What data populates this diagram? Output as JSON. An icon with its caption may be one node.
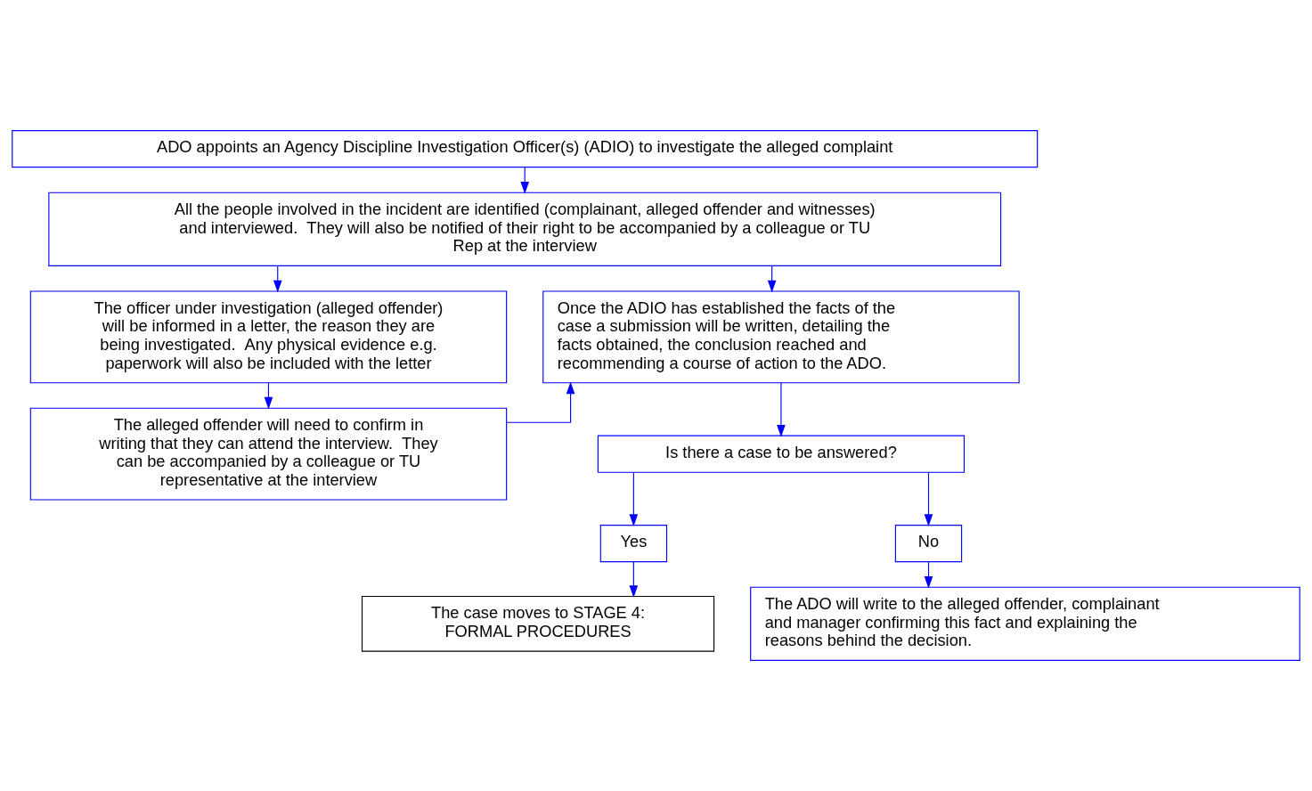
{
  "diagram": {
    "nodes": [
      {
        "text": [
          "ADO appoints an Agency Discipline Investigation Officer(s) (ADIO) to investigate the alleged complaint"
        ]
      },
      {
        "text": [
          "All the people involved in the incident are identified (complainant, alleged offender and witnesses) and interviewed.  They will also be notified of their right to be accompanied by a colleague or TU Rep at the interview"
        ]
      },
      {
        "text": [
          "The officer under investigation (alleged offender) will be informed in a letter, the reason they are being investigated.  Any physical evidence e.g. paperwork will also be included with the letter"
        ]
      },
      {
        "text": [
          "The alleged offender will need to confirm in writing that they can attend the interview.  They can be accompanied by a colleague or TU representative at the interview"
        ]
      },
      {
        "text": [
          "Once the ADIO has established the facts of the case a submission will be written, detailing the facts obtained, the conclusion reached and recommending a course of action to the ADO."
        ]
      },
      {
        "text": [
          "Is there a case to be answered?"
        ]
      },
      {
        "text": [
          "Yes"
        ]
      },
      {
        "text": [
          "No"
        ]
      },
      {
        "text": [
          "The case moves to STAGE 4: FORMAL PROCEDURES"
        ]
      },
      {
        "text": [
          "The ADO will write to the alleged offender, complainant and manager confirming this fact and explaining the reasons behind the decision."
        ]
      }
    ],
    "edges": [
      {
        "from": 0,
        "to": 1,
        "arrow": "to"
      },
      {
        "from": 1,
        "to": 2,
        "arrow": "to"
      },
      {
        "from": 1,
        "to": 4,
        "arrow": "to"
      },
      {
        "from": 2,
        "to": 3,
        "arrow": "to"
      },
      {
        "from": 3,
        "to": 4,
        "arrow": "to"
      },
      {
        "from": 4,
        "to": 5,
        "arrow": "to"
      },
      {
        "from": 5,
        "to": 6,
        "arrow": "to"
      },
      {
        "from": 5,
        "to": 7,
        "arrow": "to"
      },
      {
        "from": 6,
        "to": 8,
        "arrow": "to"
      },
      {
        "from": 7,
        "to": 9,
        "arrow": "to"
      }
    ]
  }
}
